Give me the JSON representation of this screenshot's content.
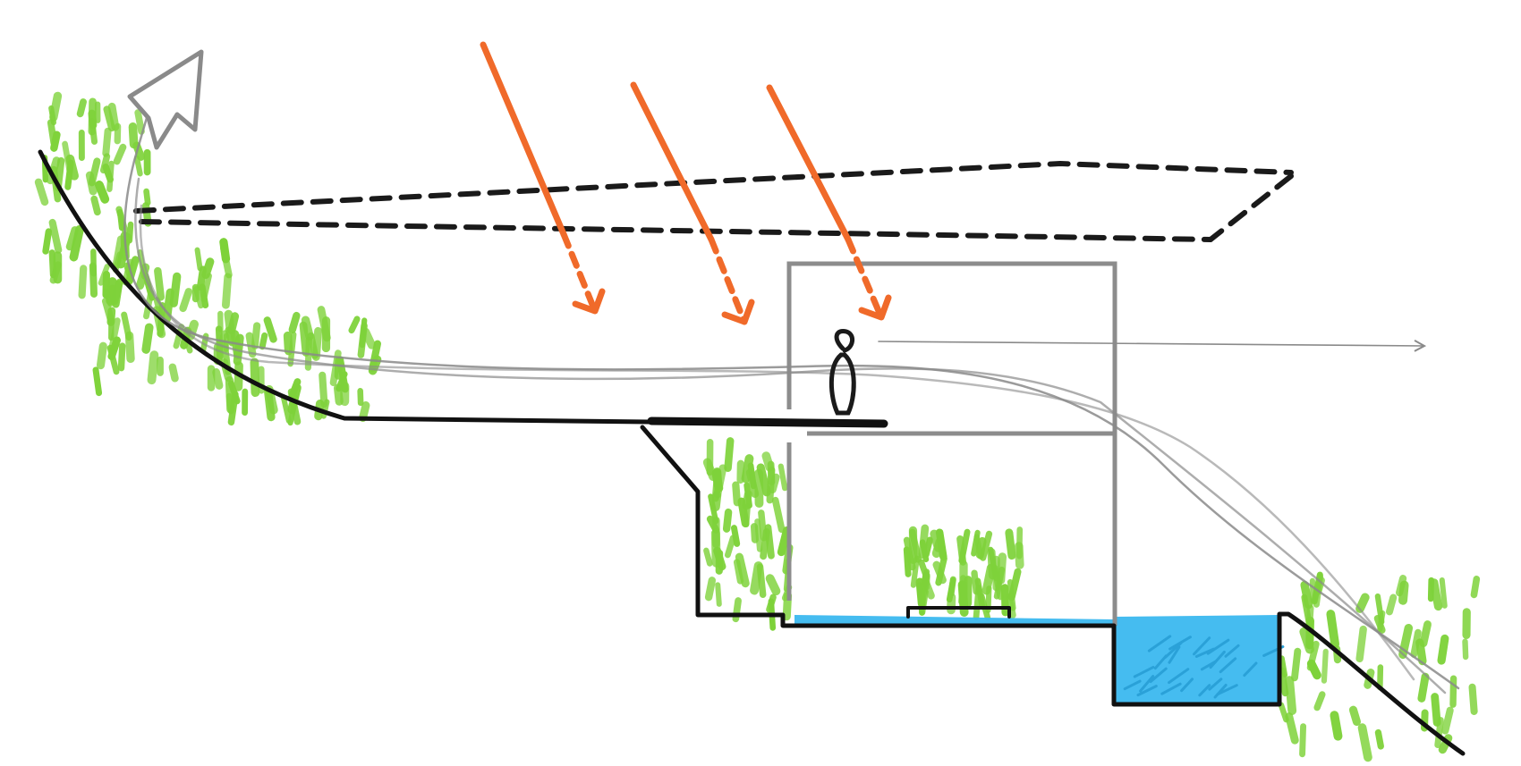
{
  "diagram": {
    "kind": "architectural-section-sketch",
    "text": [],
    "colors": {
      "ground_line": "#111111",
      "roof_dashed": "#1a1a1a",
      "sun_rays": "#f06a2a",
      "airflow": "#8a8a8a",
      "frame": "#8c8c8c",
      "vegetation": "#7ed23a",
      "water": "#3bb8ef",
      "person": "#1a1a1a"
    },
    "icons": [
      "sun-ray-arrow",
      "airflow-arrow",
      "person-figure",
      "plant-cluster",
      "water-pool"
    ],
    "elements": {
      "sun_ray_count": 3,
      "airflow_path_count": 3,
      "plant_cluster_count": 6,
      "person_count": 1
    }
  }
}
